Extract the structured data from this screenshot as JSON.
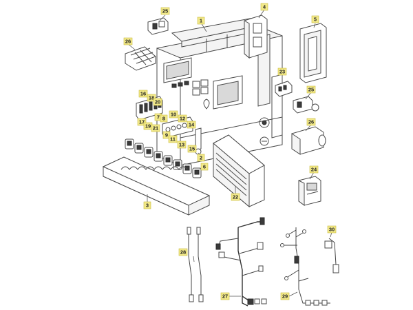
{
  "parts": [
    {
      "label": "1"
    },
    {
      "label": "2"
    },
    {
      "label": "3"
    },
    {
      "label": "4"
    },
    {
      "label": "5"
    },
    {
      "label": "6"
    },
    {
      "label": "7"
    },
    {
      "label": "8"
    },
    {
      "label": "9"
    },
    {
      "label": "10"
    },
    {
      "label": "11"
    },
    {
      "label": "12"
    },
    {
      "label": "13"
    },
    {
      "label": "14"
    },
    {
      "label": "15"
    },
    {
      "label": "16"
    },
    {
      "label": "17"
    },
    {
      "label": "18"
    },
    {
      "label": "19"
    },
    {
      "label": "20"
    },
    {
      "label": "21"
    },
    {
      "label": "22"
    },
    {
      "label": "23"
    },
    {
      "label": "24"
    },
    {
      "label": "25"
    },
    {
      "label": "25"
    },
    {
      "label": "26"
    },
    {
      "label": "26"
    },
    {
      "label": "27"
    },
    {
      "label": "28"
    },
    {
      "label": "29"
    },
    {
      "label": "30"
    }
  ]
}
